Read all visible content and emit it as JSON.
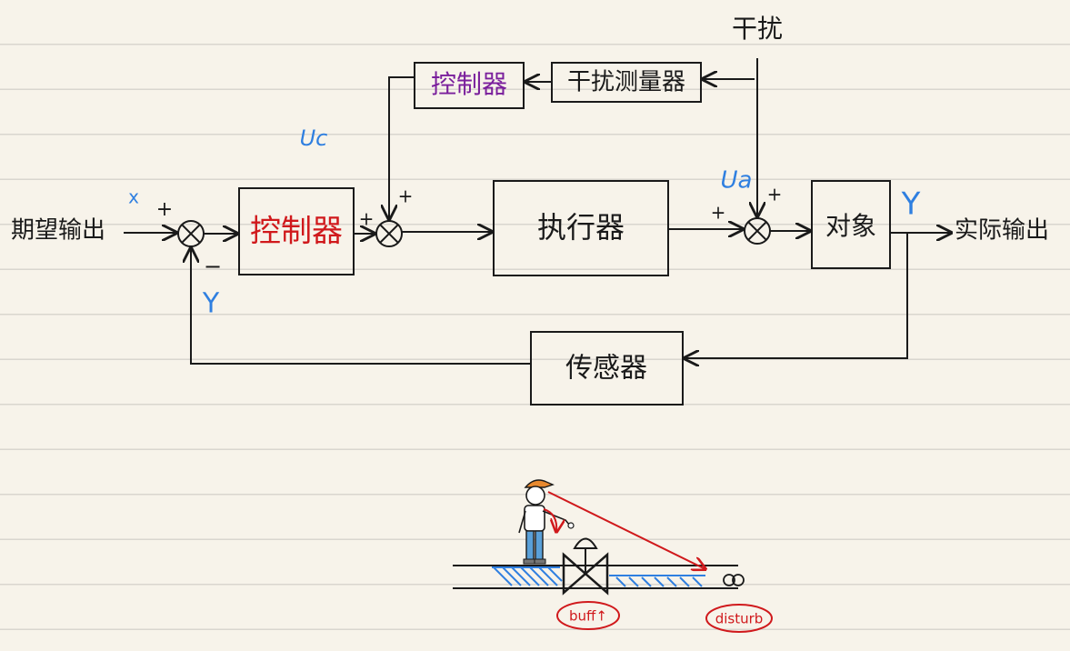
{
  "diagram": {
    "inputs": {
      "expected_output": "期望输出",
      "disturbance": "干扰"
    },
    "outputs": {
      "actual_output": "实际输出"
    },
    "blocks": {
      "controller_main": "控制器",
      "actuator": "执行器",
      "plant": "对象",
      "sensor": "传感器",
      "disturbance_sensor": "干扰测量器",
      "controller_ff": "控制器"
    },
    "signals": {
      "x": "x",
      "y_out": "Y",
      "y_feedback": "Y",
      "uc": "Uc",
      "ua": "Ua"
    },
    "signs": {
      "plus": "+",
      "minus": "−"
    },
    "sketch_labels": {
      "buff": "buff↑",
      "disturb": "disturb"
    },
    "colors": {
      "ink": "#1a1a1a",
      "controller_main": "#d0191c",
      "controller_ff": "#7a1f9c",
      "signal_blue": "#2f7fe0",
      "annotation_red": "#d0191c",
      "pipe_hatch": "#2f7fe0",
      "hat": "#e8892e",
      "jeans": "#5aa0d8"
    }
  }
}
